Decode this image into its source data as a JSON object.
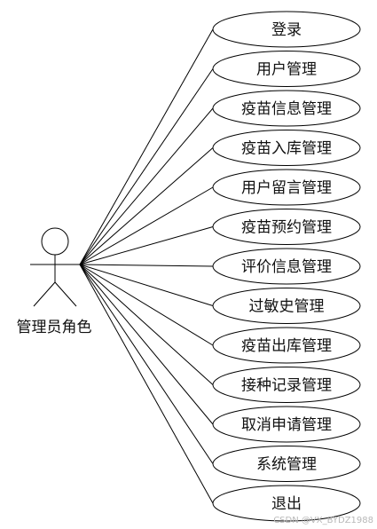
{
  "actor": {
    "label": "管理员角色"
  },
  "use_cases": [
    {
      "id": "login",
      "label": "登录"
    },
    {
      "id": "user-management",
      "label": "用户管理"
    },
    {
      "id": "vaccine-info-management",
      "label": "疫苗信息管理"
    },
    {
      "id": "vaccine-stock-in-management",
      "label": "疫苗入库管理"
    },
    {
      "id": "user-message-management",
      "label": "用户留言管理"
    },
    {
      "id": "vaccine-appointment-management",
      "label": "疫苗预约管理"
    },
    {
      "id": "review-info-management",
      "label": "评价信息管理"
    },
    {
      "id": "allergy-history-management",
      "label": "过敏史管理"
    },
    {
      "id": "vaccine-stock-out-management",
      "label": "疫苗出库管理"
    },
    {
      "id": "vaccination-record-management",
      "label": "接种记录管理"
    },
    {
      "id": "cancel-request-management",
      "label": "取消申请管理"
    },
    {
      "id": "system-management",
      "label": "系统管理"
    },
    {
      "id": "logout",
      "label": "退出"
    }
  ],
  "watermark": "CSDN @VX_BYDZ1988"
}
